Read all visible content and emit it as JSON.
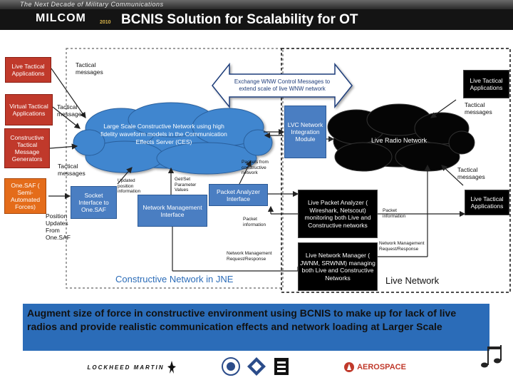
{
  "header": {
    "tagline": "The Next Decade of Military Communications",
    "logo": "MILCOM",
    "logo_year": "2010",
    "title": "BCNIS Solution for Scalability for OT"
  },
  "left_boxes": {
    "live_tactical": "Live Tactical Applications",
    "virtual_tactical": "Virtual Tactical Applications",
    "constructive_tactical": "Constructive Tactical Message Generators",
    "onesaf": "One.SAF ( Semi-Automated Forces)"
  },
  "labels": {
    "tactical_messages_1": "Tactical messages",
    "tactical_messages_2": "Tactical messages",
    "tactical_messages_3": "Tactical messages",
    "tactical_messages_right_1": "Tactical messages",
    "tactical_messages_right_2": "Tactical messages",
    "position_updates": "Position Updates From One.SAF",
    "updated_position": "Updated position information",
    "get_set": "Get/Set Parameter Values",
    "packets_from": "Packets from constructive network",
    "packet_info_1": "Packet information",
    "packet_info_2": "Packet information",
    "nm_request_1": "Network Management Request/Response",
    "nm_request_2": "Network Management Request/Response"
  },
  "exchange_arrow": "Exchange  WNW Control Messages to extend scale of live WNW network",
  "ces_cloud": "Large Scale Constructive Network using high fidelity waveform models in the Communication Effects Server (CES)",
  "live_radio_cloud": "Live Radio Network",
  "lvc_module": "LVC Network Integration Module",
  "socket_interface": "Socket Interface to One.SAF",
  "network_mgmt": "Network Management Interface",
  "packet_analyzer": "Packet Analyzer Interface",
  "live_packet_analyzer": "Live Packet Analyzer ( Wireshark, Netscout) monitoring both Live and Constructive networks",
  "live_network_manager": "Live Network Manager ( JWNM, SRWNM) managing both Live and Constructive Networks",
  "right_boxes": {
    "live_tactical_top": "Live Tactical Applications",
    "live_tactical_bottom": "Live Tactical Applications"
  },
  "region_labels": {
    "constructive": "Constructive Network in JNE",
    "live": "Live Network"
  },
  "summary": "Augment size of force in constructive environment using  BCNIS to make up for lack of live  radios and provide realistic communication effects and network loading at Larger Scale",
  "sponsors": {
    "lockheed": "LOCKHEED MARTIN",
    "aerospace": "AEROSPACE"
  },
  "colors": {
    "red": "#c0392b",
    "blue": "#4a7ec2",
    "black": "#000000",
    "orange": "#e46c1a",
    "summary_bg": "#2b6cb8"
  }
}
